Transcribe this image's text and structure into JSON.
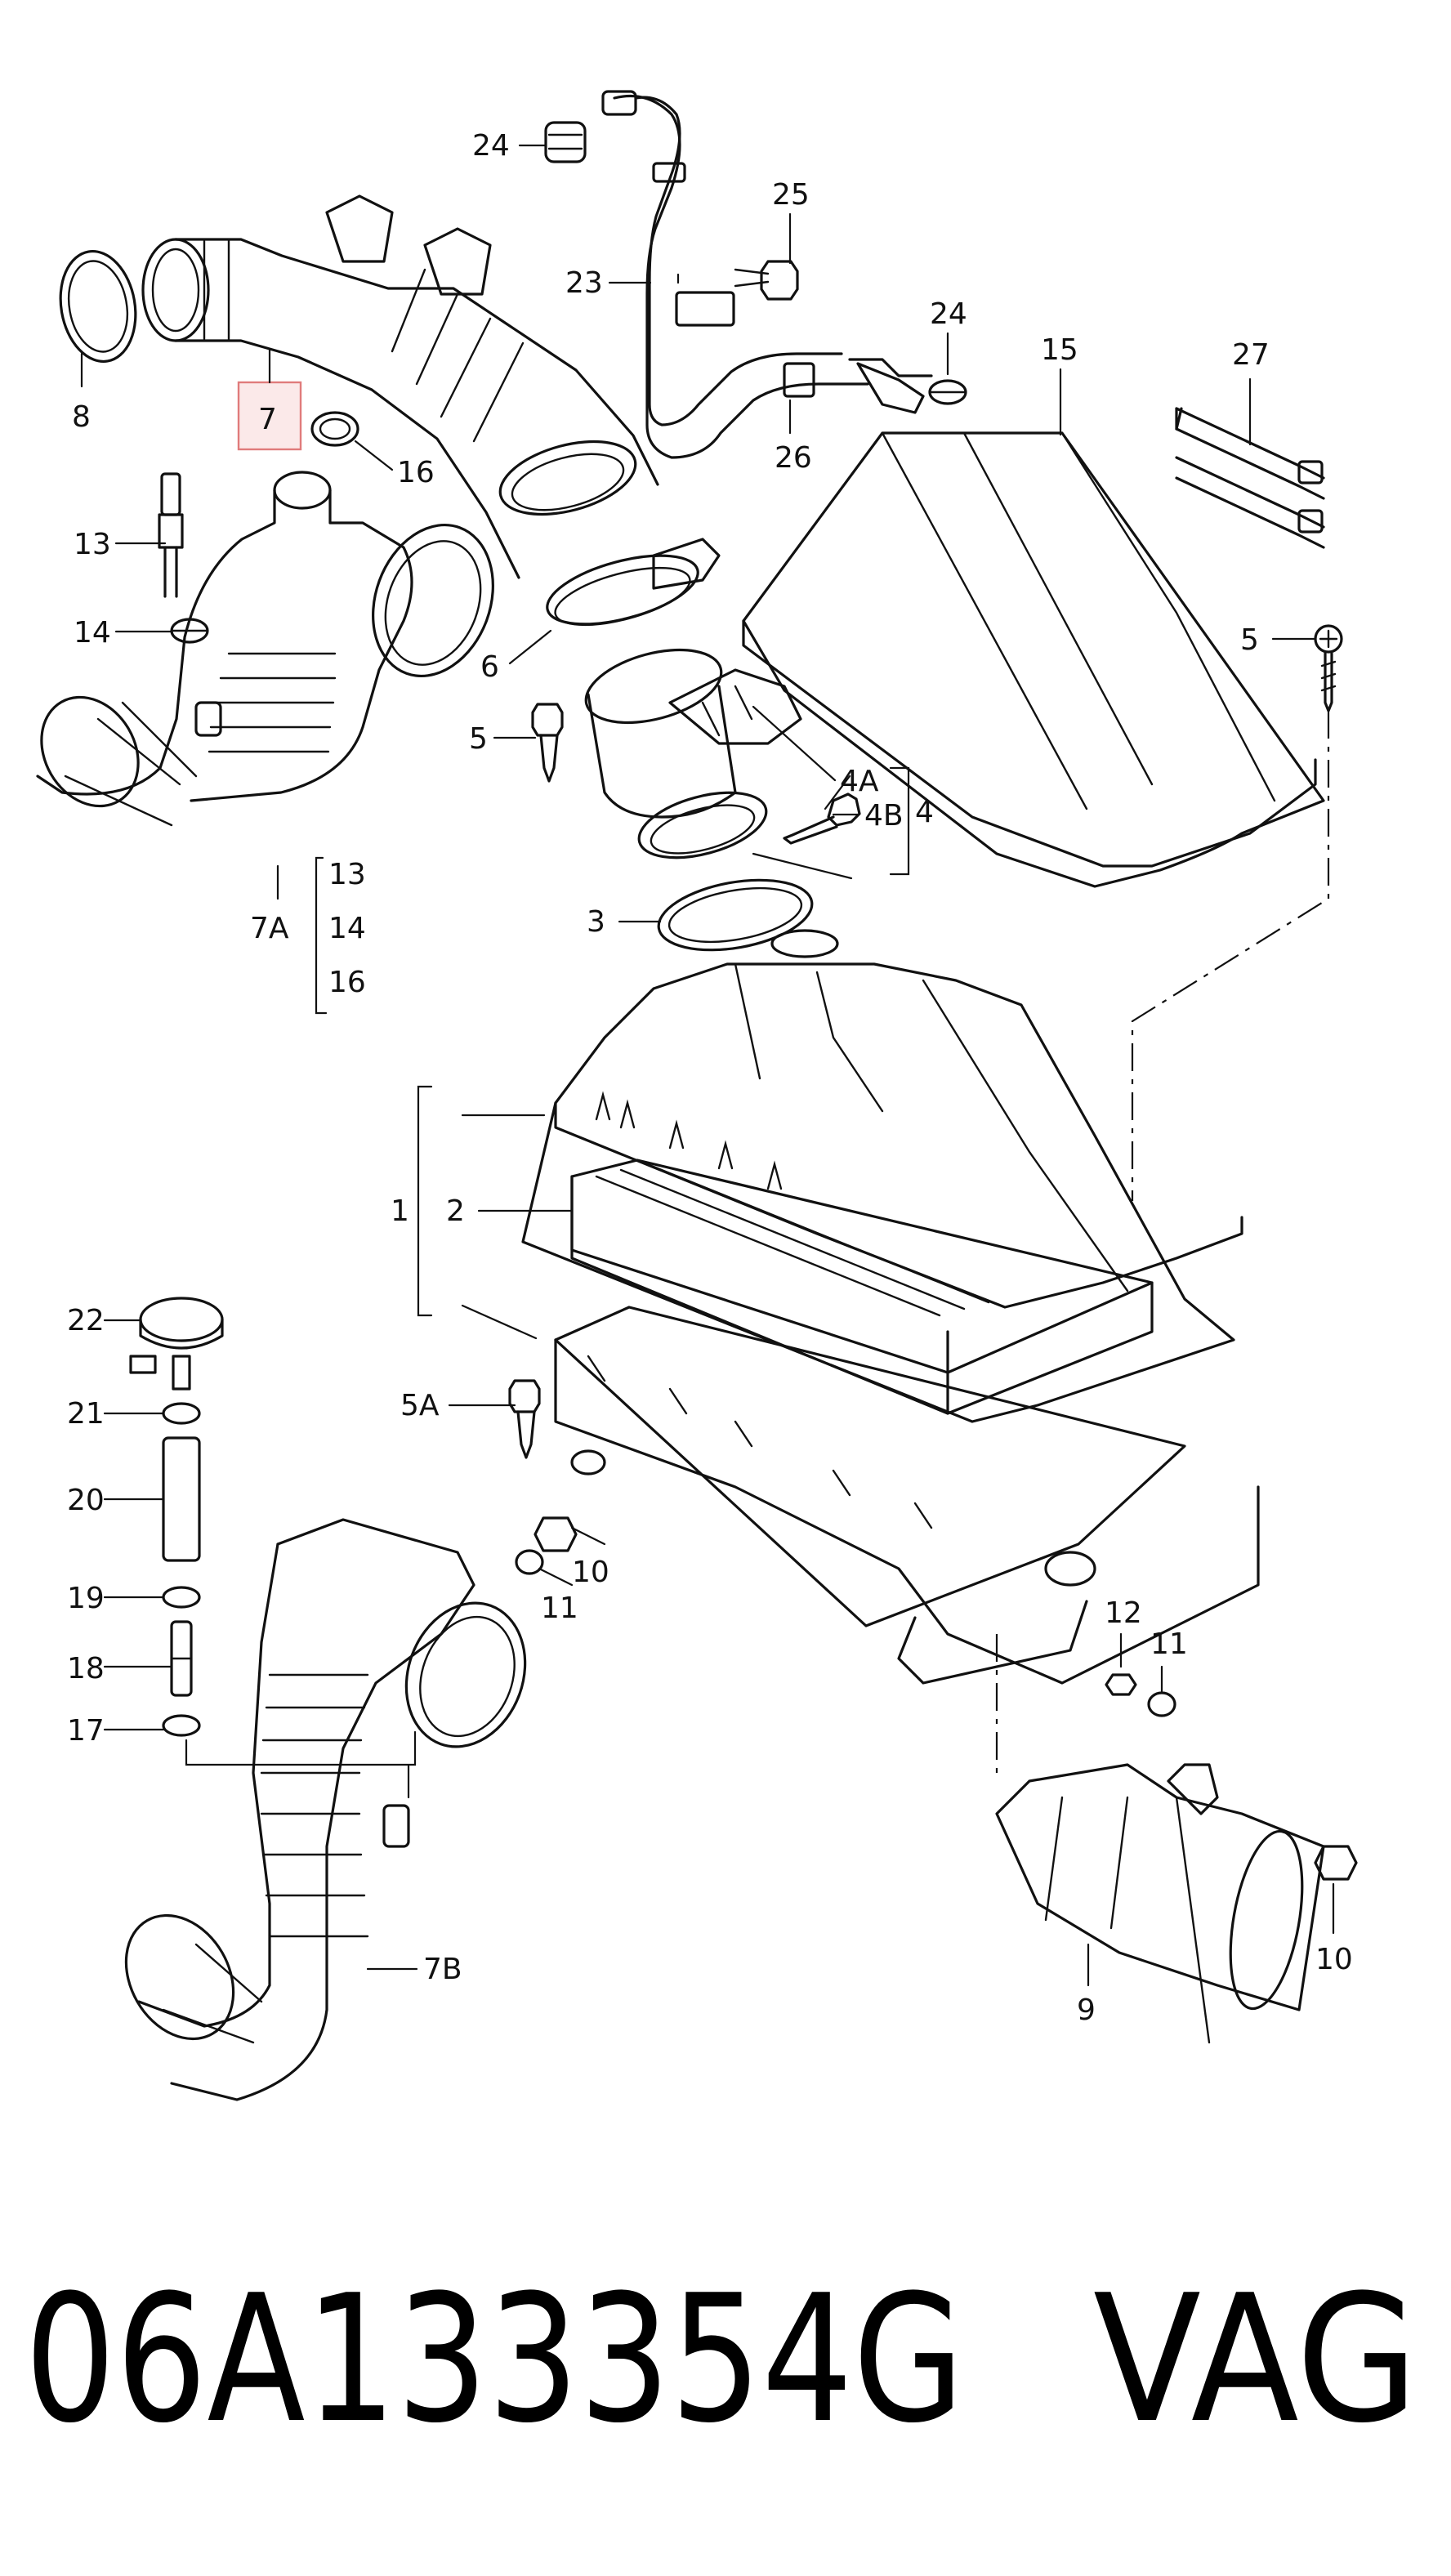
{
  "labels": {
    "l24a": "24",
    "l25": "25",
    "l23": "23",
    "l24b": "24",
    "l15": "15",
    "l27": "27",
    "l8": "8",
    "l7": "7",
    "l16a": "16",
    "l26": "26",
    "l13a": "13",
    "l14a": "14",
    "l6": "6",
    "l5a": "5",
    "l5b": "5",
    "l4a": "4A",
    "l4b": "4B",
    "l4": "4",
    "l3": "3",
    "l7a": "7A",
    "l13b": "13",
    "l14b": "14",
    "l16b": "16",
    "l1": "1",
    "l2": "2",
    "l22": "22",
    "l21": "21",
    "l20": "20",
    "l19": "19",
    "l18": "18",
    "l17": "17",
    "l5A": "5A",
    "l10a": "10",
    "l11a": "11",
    "l12": "12",
    "l11b": "11",
    "l10b": "10",
    "l9": "9",
    "l7b": "7B"
  },
  "caption": {
    "part_number": "06A133354G",
    "brand": "VAG"
  },
  "highlight": {
    "target": "7",
    "color": "#e07b7b"
  }
}
